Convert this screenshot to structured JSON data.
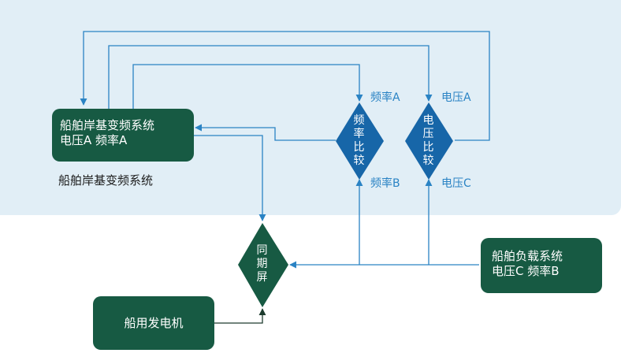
{
  "shore_system": {
    "title": "船舶岸基变频系统",
    "values": "电压A 频率A",
    "caption": "船舶岸基变频系统"
  },
  "freq_compare": {
    "text": "频率比较",
    "input_top": "频率A",
    "input_bottom": "频率B"
  },
  "volt_compare": {
    "text": "电压比较",
    "input_top": "电压A",
    "input_bottom": "电压C"
  },
  "sync_screen": {
    "text": "同期屏"
  },
  "ship_load": {
    "title": "船舶负载系统",
    "values": "电压C 频率B"
  },
  "generator": {
    "title": "船用发电机"
  },
  "colors": {
    "panel": "#e1eef6",
    "box": "#175a43",
    "line": "#2a83c4",
    "diamond_blue": "#1766a8",
    "arrow_dark": "#1d3b2e"
  }
}
